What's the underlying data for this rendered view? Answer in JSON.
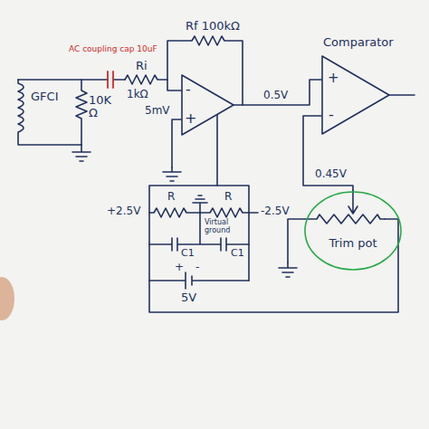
{
  "diagram": {
    "nodes": [
      {
        "text": [
          "-",
          "+"
        ]
      },
      {
        "text": [
          "Comparator",
          "+",
          "-"
        ]
      },
      {
        "text": [
          "Trim pot"
        ]
      }
    ],
    "edges": [
      {
        "from": 0,
        "to": 1,
        "arrow": "none",
        "label": "0.5V"
      },
      {
        "from": 1,
        "to": 2,
        "arrow": "none",
        "label": "0.45V"
      }
    ],
    "labels": [
      "AC coupling cap 10uF",
      "Rf 100kΩ",
      "GFCI",
      "10K Ω",
      "Ri",
      "1kΩ",
      "5mV",
      "R",
      "R",
      "C1",
      "C1",
      "Virtual ground",
      "+2.5V",
      "-2.5V",
      "+",
      "-",
      "5V"
    ]
  }
}
